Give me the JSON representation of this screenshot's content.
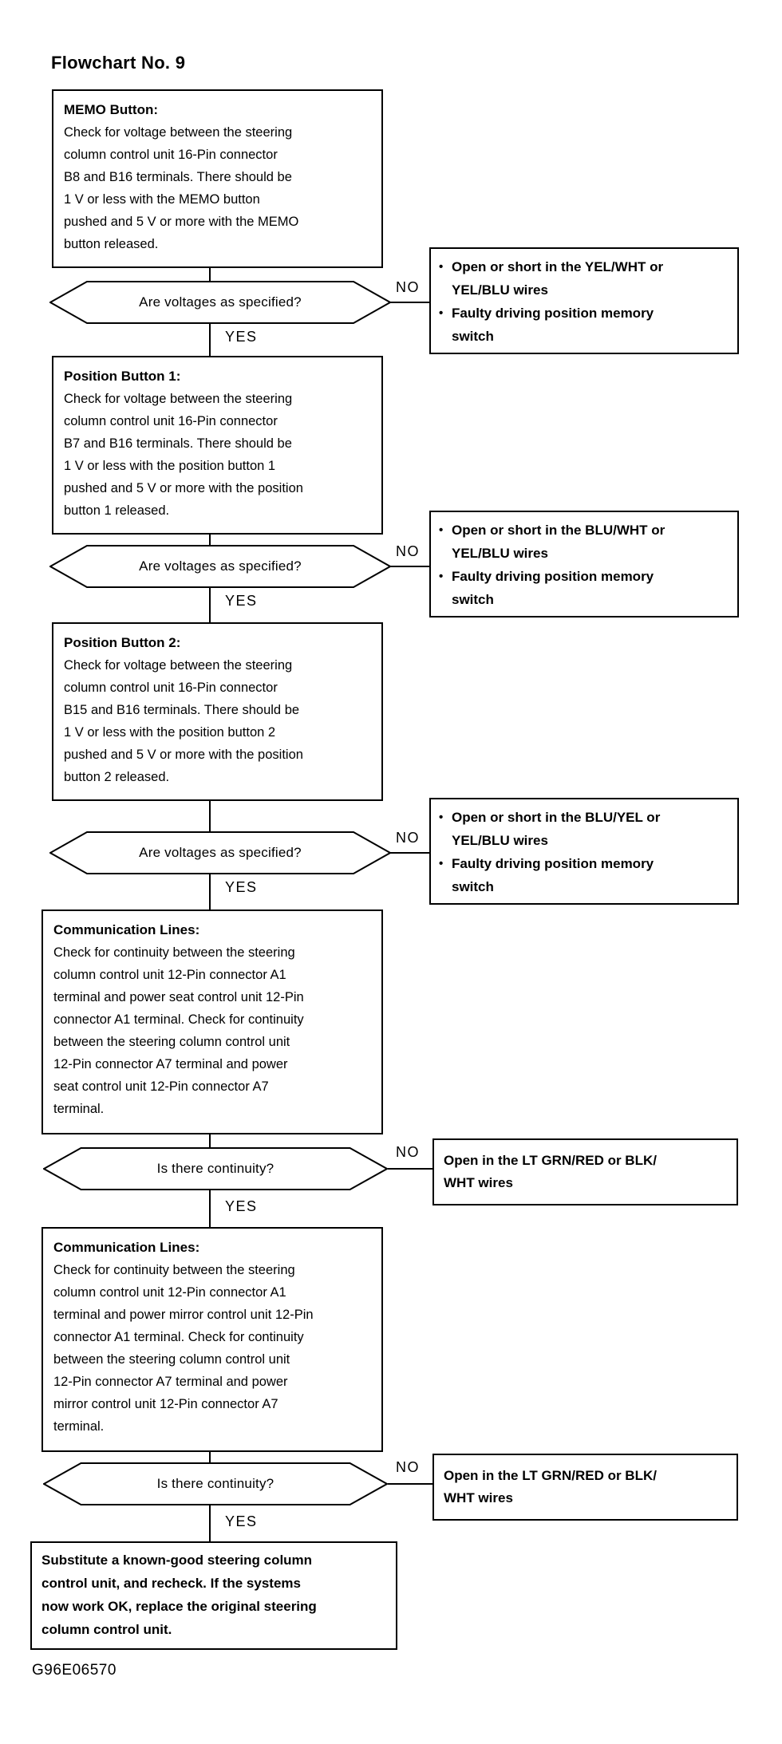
{
  "title": "Flowchart No. 9",
  "figure_code": "G96E06570",
  "labels": {
    "yes": "YES",
    "no": "NO"
  },
  "steps": [
    {
      "id": "memo-button",
      "box_title": "MEMO Button:",
      "box_lines": [
        "Check for voltage between the steering",
        "column control unit 16-Pin connector",
        "B8 and B16 terminals. There should be",
        "1 V or less with the MEMO button",
        "pushed and 5 V or more with the MEMO",
        "button released."
      ],
      "question": "Are voltages as specified?",
      "no_outcome": {
        "bullets": [
          [
            "Open or short in the YEL/WHT or",
            "YEL/BLU wires"
          ],
          [
            "Faulty driving position memory",
            "switch"
          ]
        ]
      }
    },
    {
      "id": "position-button-1",
      "box_title": "Position Button 1:",
      "box_lines": [
        "Check for voltage between the steering",
        "column control unit 16-Pin connector",
        "B7 and B16 terminals. There should be",
        "1 V or less with the position button 1",
        "pushed and 5 V or more with the position",
        "button 1 released."
      ],
      "question": "Are voltages as specified?",
      "no_outcome": {
        "bullets": [
          [
            "Open or short in the BLU/WHT or",
            "YEL/BLU wires"
          ],
          [
            "Faulty driving position memory",
            "switch"
          ]
        ]
      }
    },
    {
      "id": "position-button-2",
      "box_title": "Position Button 2:",
      "box_lines": [
        "Check for voltage between the steering",
        "column control unit 16-Pin connector",
        "B15 and B16 terminals. There should be",
        "1 V or less with the position button 2",
        "pushed and 5 V or more with the position",
        "button 2 released."
      ],
      "question": "Are voltages as specified?",
      "no_outcome": {
        "bullets": [
          [
            "Open or short in the BLU/YEL or",
            "YEL/BLU wires"
          ],
          [
            "Faulty driving position memory",
            "switch"
          ]
        ]
      }
    },
    {
      "id": "communication-lines-power-seat",
      "box_title": "Communication Lines:",
      "box_lines": [
        "Check for continuity between the steering",
        "column control unit 12-Pin connector A1",
        "terminal and power seat control unit 12-Pin",
        "connector A1 terminal. Check for continuity",
        "between the steering column control unit",
        "12-Pin connector A7 terminal and power",
        "seat control unit 12-Pin connector A7",
        "terminal."
      ],
      "question": "Is there continuity?",
      "no_outcome": {
        "lines": [
          "Open in the LT GRN/RED or BLK/",
          "WHT wires"
        ]
      }
    },
    {
      "id": "communication-lines-power-mirror",
      "box_title": "Communication Lines:",
      "box_lines": [
        "Check for continuity between the steering",
        "column control unit 12-Pin connector A1",
        "terminal and power mirror control unit 12-Pin",
        "connector A1 terminal. Check for continuity",
        "between the steering column control unit",
        "12-Pin connector A7 terminal and power",
        "mirror control unit 12-Pin connector A7",
        "terminal."
      ],
      "question": "Is there continuity?",
      "no_outcome": {
        "lines": [
          "Open in the LT GRN/RED or BLK/",
          "WHT wires"
        ]
      }
    }
  ],
  "final_action_lines": [
    "Substitute a known-good steering column",
    "control unit, and recheck. If the systems",
    "now work OK, replace the original steering",
    "column control unit."
  ]
}
